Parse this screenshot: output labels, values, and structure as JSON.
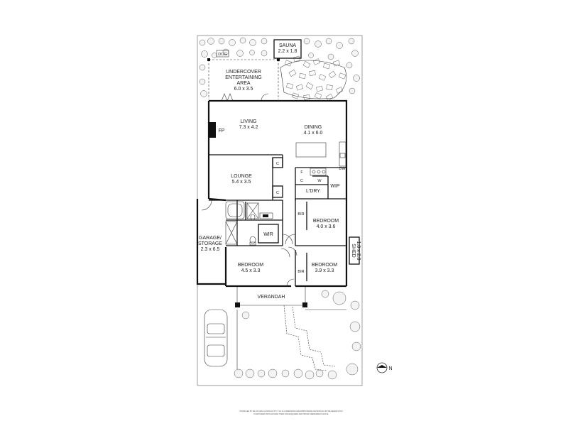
{
  "rooms": {
    "sauna": {
      "name": "SAUNA",
      "dims": "2.2 x 1.8"
    },
    "dog": {
      "name": "DOG"
    },
    "entertaining": {
      "line1": "UNDERCOVER",
      "line2": "ENTERTAINING",
      "line3": "AREA",
      "dims": "6.0 x 3.5"
    },
    "living": {
      "name": "LIVING",
      "dims": "7.3 x 4.2"
    },
    "fp": {
      "name": "FP"
    },
    "dining": {
      "name": "DINING",
      "dims": "4.1 x 6.0"
    },
    "lounge": {
      "name": "LOUNGE",
      "dims": "5.4 x 3.5"
    },
    "c1": {
      "name": "C"
    },
    "c2": {
      "name": "C"
    },
    "c3": {
      "name": "C"
    },
    "f": {
      "name": "F"
    },
    "w": {
      "name": "W"
    },
    "dw": {
      "name": "DW"
    },
    "ldry": {
      "name": "L'DRY"
    },
    "wip": {
      "name": "WIP"
    },
    "garage": {
      "line1": "GARAGE/",
      "line2": "STORAGE",
      "dims": "2.3 x 6.5"
    },
    "wir": {
      "name": "WIR"
    },
    "bir1": {
      "name": "BIR"
    },
    "bir2": {
      "name": "BIR"
    },
    "bedroom2": {
      "name": "BEDROOM",
      "dims": "4.0 x 3.6"
    },
    "bedroom1": {
      "name": "BEDROOM",
      "dims": "4.5 x 3.3"
    },
    "bedroom3": {
      "name": "BEDROOM",
      "dims": "3.9 x 3.3"
    },
    "shed": {
      "name": "SHED",
      "dims": "1.8 x 2.0"
    },
    "verandah": {
      "name": "VERANDAH"
    }
  },
  "compass": {
    "label": "N"
  },
  "disclaimer": {
    "line1": "PRODUCED BY JELLIS CRAIG AUSTRALIA PTY LTD. ALL DIMENSIONS ARE APPROXIMATE AND SHOULD NOT BE RELIED UPON",
    "line2": "PURCHASERS SHOULD MAKE THEIR OWN ENQUIRIES AND OBTAIN INDEPENDENT ADVICE"
  },
  "icons": [
    "car-icon",
    "compass-icon",
    "tree-icons",
    "bath-icon",
    "toilet-icon"
  ]
}
